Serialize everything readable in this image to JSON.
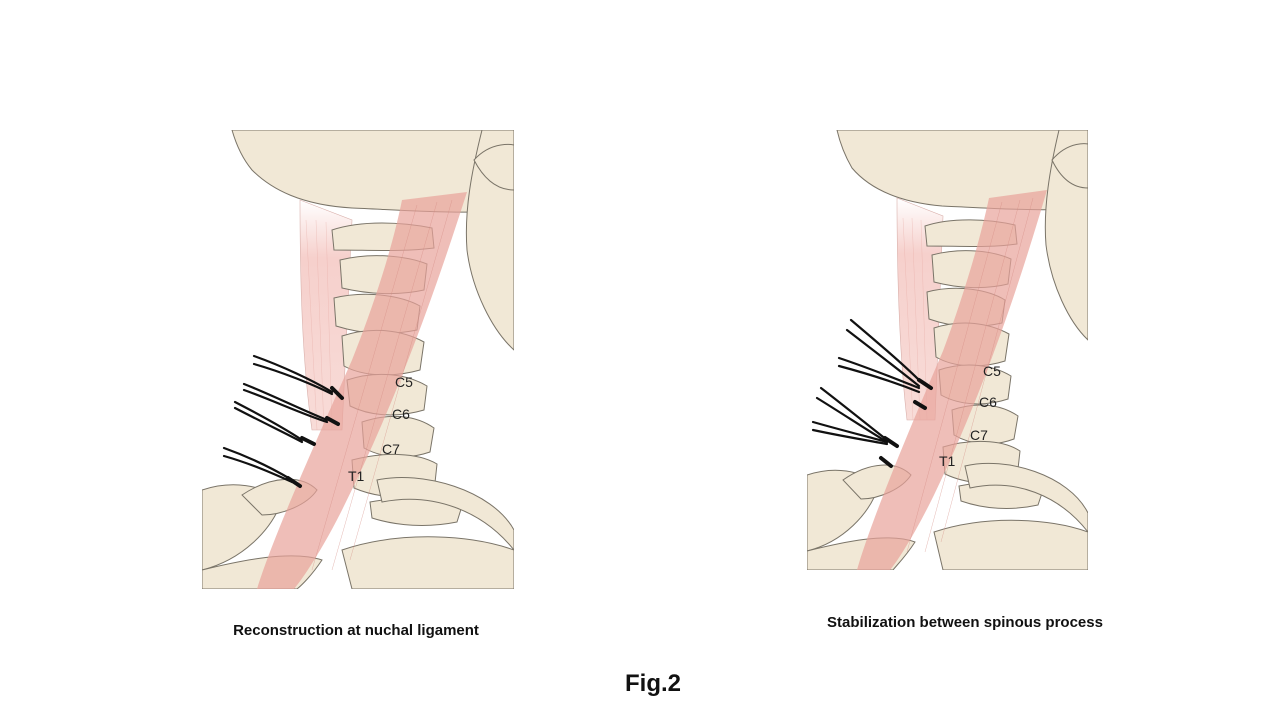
{
  "figure_label": "Fig.2",
  "panels": [
    {
      "caption": "Reconstruction at nuchal ligament",
      "vertebra_labels": [
        "C5",
        "C6",
        "C7",
        "T1"
      ]
    },
    {
      "caption": "Stabilization between spinous process",
      "vertebra_labels": [
        "C5",
        "C6",
        "C7",
        "T1"
      ]
    }
  ],
  "colors": {
    "bone": "#f1e8d6",
    "bone_outline": "#7a7468",
    "muscle": "#e8a39a",
    "ligament": "#f4c6c2",
    "suture": "#111111"
  }
}
